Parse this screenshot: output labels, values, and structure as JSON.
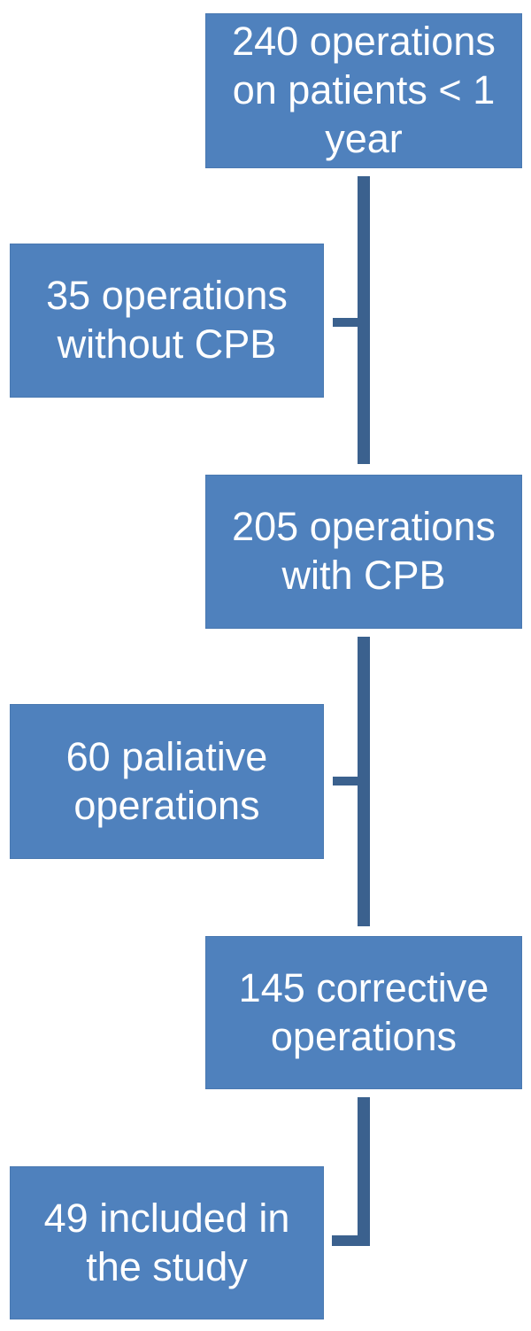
{
  "diagram": {
    "type": "flowchart",
    "colors": {
      "node_fill": "#4F81BD",
      "connector": "#3B618E",
      "text": "#FFFFFF",
      "background": "#FFFFFF"
    },
    "nodes": [
      {
        "id": "total-operations",
        "value": 240,
        "label": "240 operations\non patients < 1\nyear"
      },
      {
        "id": "without-cpb",
        "value": 35,
        "label": "35 operations\nwithout CPB"
      },
      {
        "id": "with-cpb",
        "value": 205,
        "label": "205 operations\nwith CPB"
      },
      {
        "id": "paliative-operations",
        "value": 60,
        "label": "60 paliative\noperations"
      },
      {
        "id": "corrective-operations",
        "value": 145,
        "label": "145 corrective\noperations"
      },
      {
        "id": "included-in-study",
        "value": 49,
        "label": "49 included in\nthe study"
      }
    ]
  }
}
